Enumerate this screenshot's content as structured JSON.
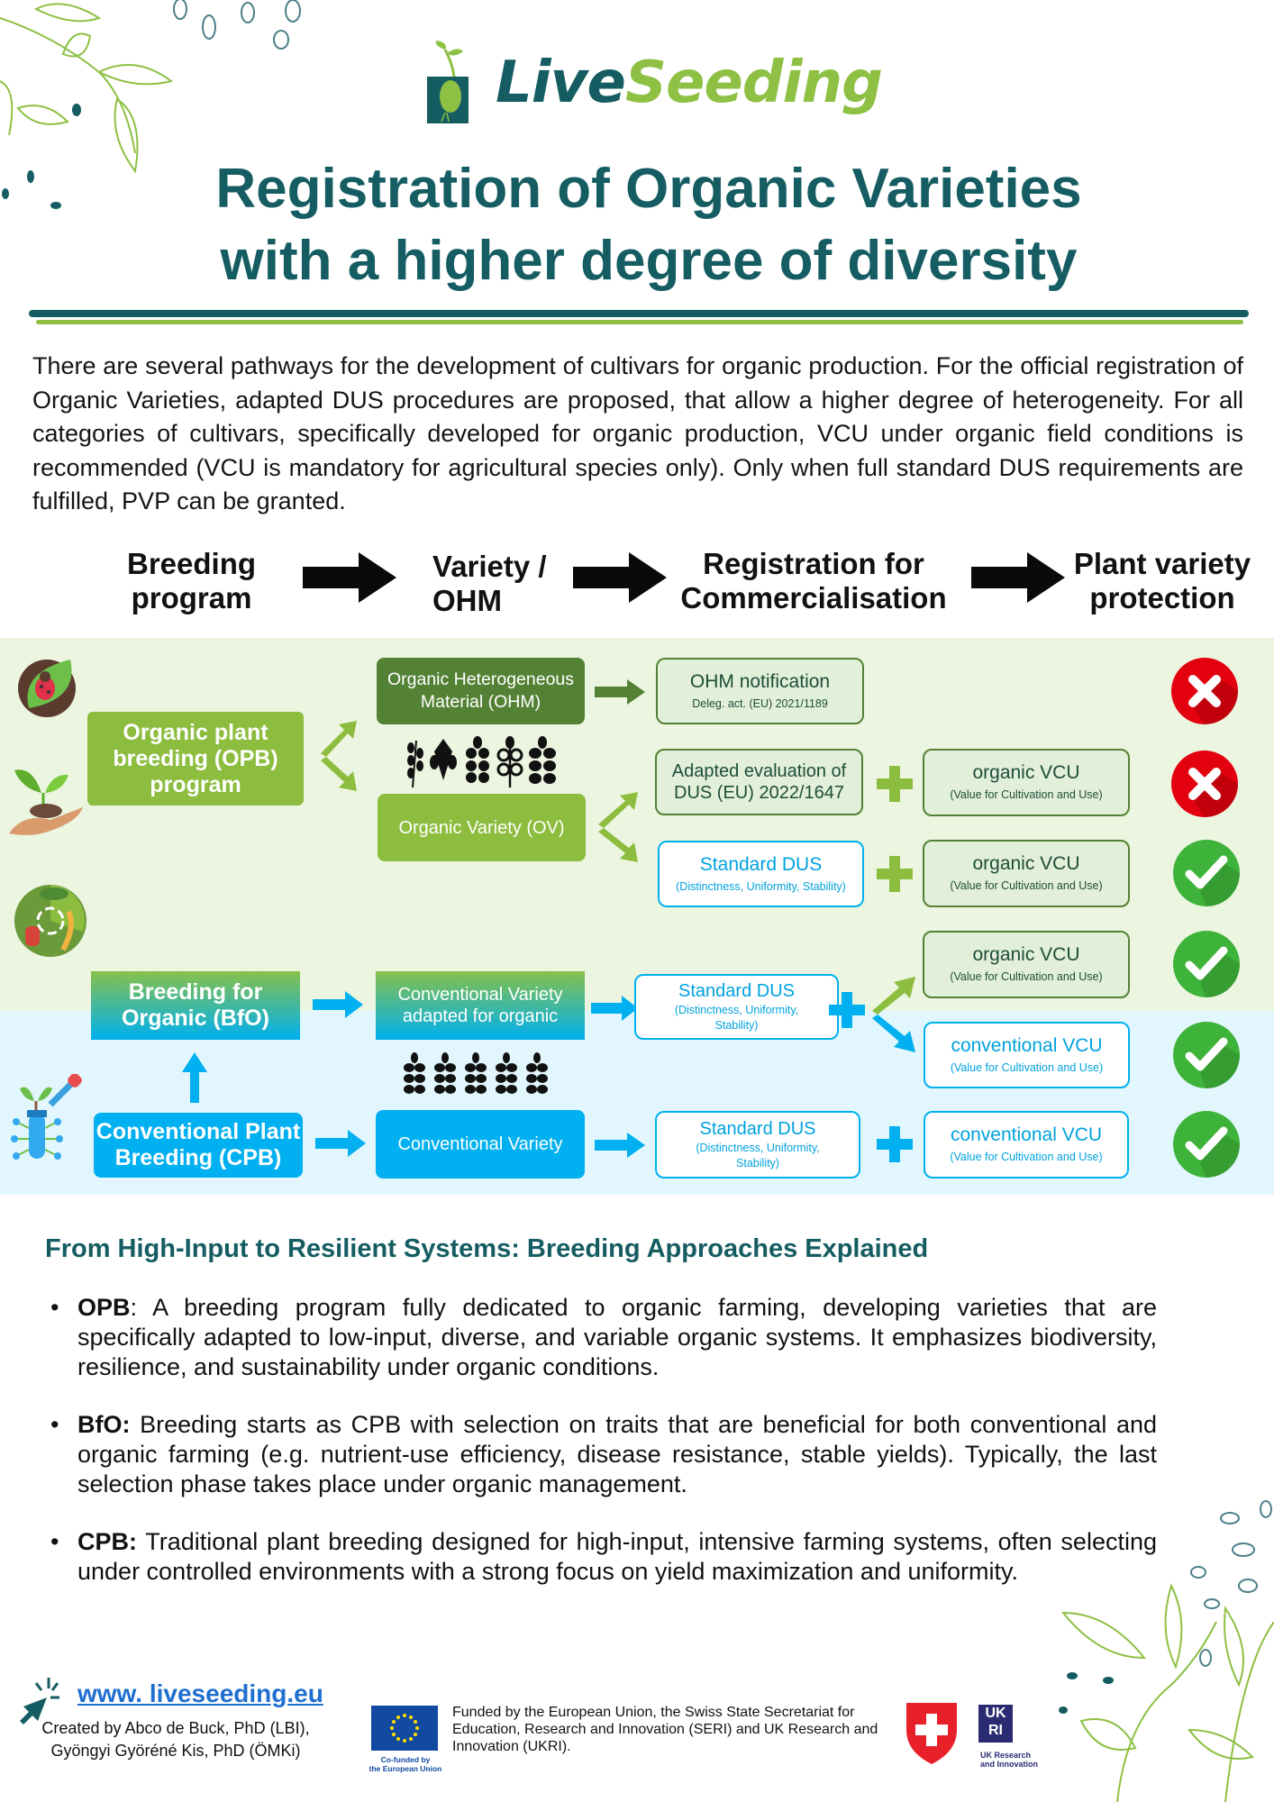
{
  "brand": {
    "name_part1": "Live",
    "name_part2": "Seeding",
    "colors": {
      "teal": "#155d62",
      "green": "#8dc043",
      "blue": "#00b0f0",
      "dark_green": "#548235",
      "red": "#e3000f"
    }
  },
  "title": {
    "line1": "Registration of Organic Varieties",
    "line2": "with a higher degree of diversity"
  },
  "intro": "There are several pathways for the development of cultivars for organic production. For the official registration of Organic Varieties, adapted DUS procedures are proposed, that allow a higher degree of heterogeneity. For all categories of cultivars, specifically developed for organic production, VCU under organic field conditions is recommended (VCU is mandatory for agricultural species only). Only when full standard DUS requirements are fulfilled, PVP can be granted.",
  "columns": [
    {
      "line1": "Breeding",
      "line2": "program"
    },
    {
      "line1": "Variety /",
      "line2": "OHM"
    },
    {
      "line1": "Registration for",
      "line2": "Commercialisation"
    },
    {
      "line1": "Plant variety",
      "line2": "protection"
    }
  ],
  "diagram": {
    "programs": {
      "opb": "Organic plant breeding (OPB) program",
      "bfo": "Breeding for Organic (BfO)",
      "cpb": "Conventional Plant Breeding (CPB)"
    },
    "varieties": {
      "ohm": "Organic Heterogeneous Material (OHM)",
      "ov": "Organic Variety (OV)",
      "cv_adapted": "Conventional Variety adapted for organic",
      "cv": "Conventional Variety"
    },
    "registration": {
      "ohm_notification": {
        "main": "OHM notification",
        "sub": "Deleg. act. (EU) 2021/1189"
      },
      "adapted_dus": {
        "main": "Adapted evaluation of DUS (EU) 2022/1647"
      },
      "standard_dus": {
        "main": "Standard DUS",
        "sub": "(Distinctness, Uniformity, Stability)"
      },
      "organic_vcu": {
        "main": "organic VCU",
        "sub": "(Value for Cultivation and Use)"
      },
      "conventional_vcu": {
        "main": "conventional VCU",
        "sub": "(Value for Cultivation and Use)"
      }
    },
    "protection": [
      {
        "row": "OHM",
        "status": "not-granted"
      },
      {
        "row": "OV adapted DUS",
        "status": "not-granted"
      },
      {
        "row": "OV standard DUS",
        "status": "granted"
      },
      {
        "row": "BfO organic VCU",
        "status": "granted"
      },
      {
        "row": "BfO conventional VCU",
        "status": "granted"
      },
      {
        "row": "CPB",
        "status": "granted"
      }
    ]
  },
  "explained": {
    "title": "From High-Input to Resilient Systems: Breeding Approaches Explained",
    "items": [
      {
        "term": "OPB",
        "sep": ":",
        "text": " A breeding program fully dedicated to organic farming, developing varieties that are specifically adapted to low-input, diverse, and variable organic systems. It emphasizes biodiversity, resilience, and sustainability under organic conditions."
      },
      {
        "term": "BfO:",
        "sep": "",
        "text": " Breeding starts as CPB with selection on traits that are beneficial for both conventional and organic farming (e.g. nutrient-use efficiency, disease resistance, stable yields). Typically, the last selection phase takes place under organic management."
      },
      {
        "term": "CPB:",
        "sep": "",
        "text": " Traditional plant breeding designed for high-input, intensive farming systems, often selecting under controlled environments with a strong focus on yield maximization and uniformity."
      }
    ]
  },
  "footer": {
    "website": "www. liveseeding.eu",
    "credits_line1": "Created by Abco de Buck, PhD (LBI),",
    "credits_line2": "Gyöngyi Györéné Kis, PhD (ÖMKi)",
    "eu_caption_line1": "Co-funded by",
    "eu_caption_line2": "the European Union",
    "funding": "Funded by the European Union, the Swiss State Secretariat for Education, Research and Innovation (SERI) and UK Research and Innovation (UKRI).",
    "ukri_logo": "UK RI",
    "ukri_caption_line1": "UK Research",
    "ukri_caption_line2": "and Innovation"
  }
}
